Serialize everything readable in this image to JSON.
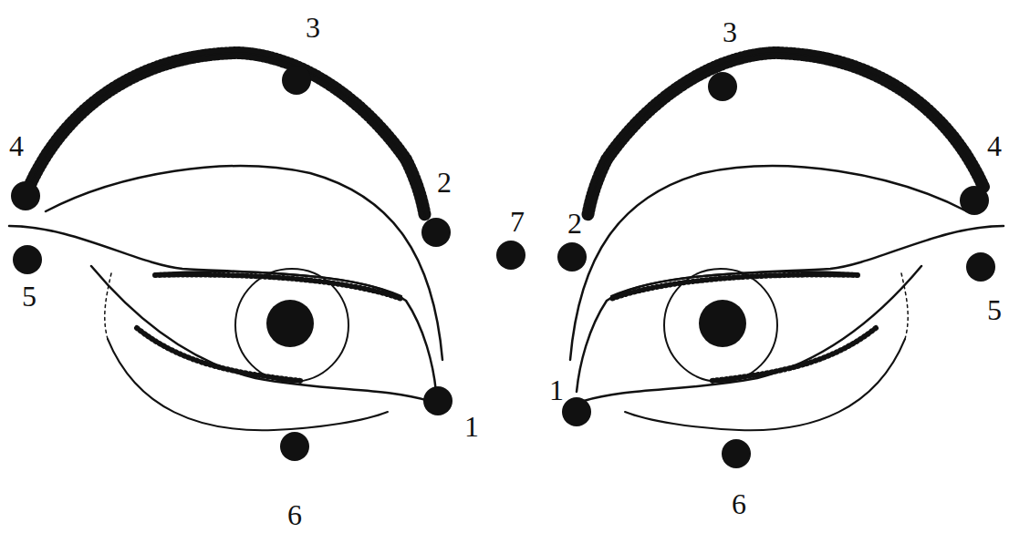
{
  "diagram": {
    "labels": [
      "3",
      "4",
      "2",
      "5",
      "1",
      "6",
      "7",
      "2",
      "3",
      "4",
      "5",
      "1",
      "6"
    ]
  }
}
